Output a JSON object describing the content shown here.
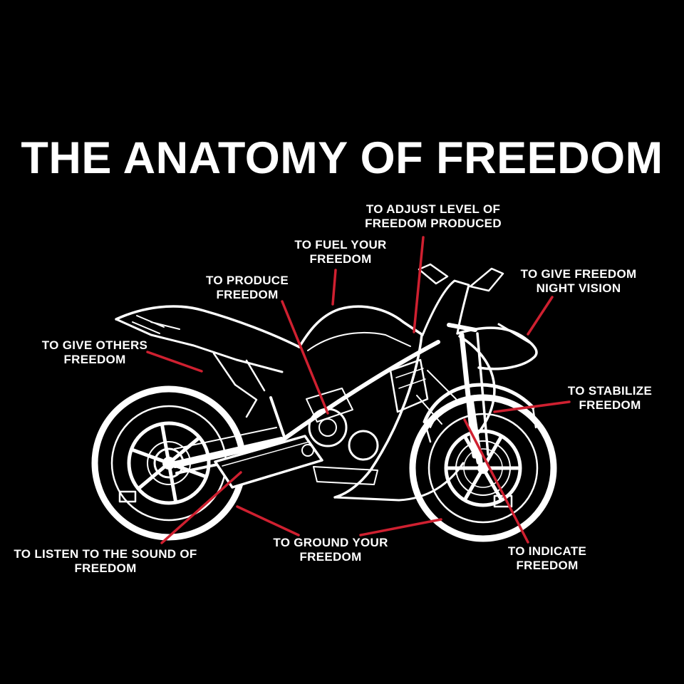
{
  "title": "THE ANATOMY OF FREEDOM",
  "illustration": "sport motorcycle white line-art on black background",
  "colors": {
    "background": "#000000",
    "text": "#ffffff",
    "leader_line": "#cf2030",
    "bike_line": "#ffffff"
  },
  "labels": [
    {
      "id": "adjust-level",
      "target": "throttle",
      "lines": [
        "TO ADJUST LEVEL OF",
        "FREEDOM PRODUCED"
      ]
    },
    {
      "id": "fuel",
      "target": "fuel-tank",
      "lines": [
        "TO FUEL YOUR",
        "FREEDOM"
      ]
    },
    {
      "id": "produce",
      "target": "engine",
      "lines": [
        "TO PRODUCE",
        "FREEDOM"
      ]
    },
    {
      "id": "night-vision",
      "target": "headlight",
      "lines": [
        "TO GIVE FREEDOM",
        "NIGHT VISION"
      ]
    },
    {
      "id": "give-others",
      "target": "passenger-seat",
      "lines": [
        "TO GIVE OTHERS",
        "FREEDOM"
      ]
    },
    {
      "id": "stabilize",
      "target": "front-fork",
      "lines": [
        "TO STABILIZE",
        "FREEDOM"
      ]
    },
    {
      "id": "listen-sound",
      "target": "exhaust",
      "lines": [
        "TO LISTEN TO THE SOUND OF",
        "FREEDOM"
      ]
    },
    {
      "id": "ground",
      "target": "wheels",
      "lines": [
        "TO GROUND YOUR",
        "FREEDOM"
      ]
    },
    {
      "id": "indicate",
      "target": "turn-signal",
      "lines": [
        "TO INDICATE",
        "FREEDOM"
      ]
    }
  ]
}
